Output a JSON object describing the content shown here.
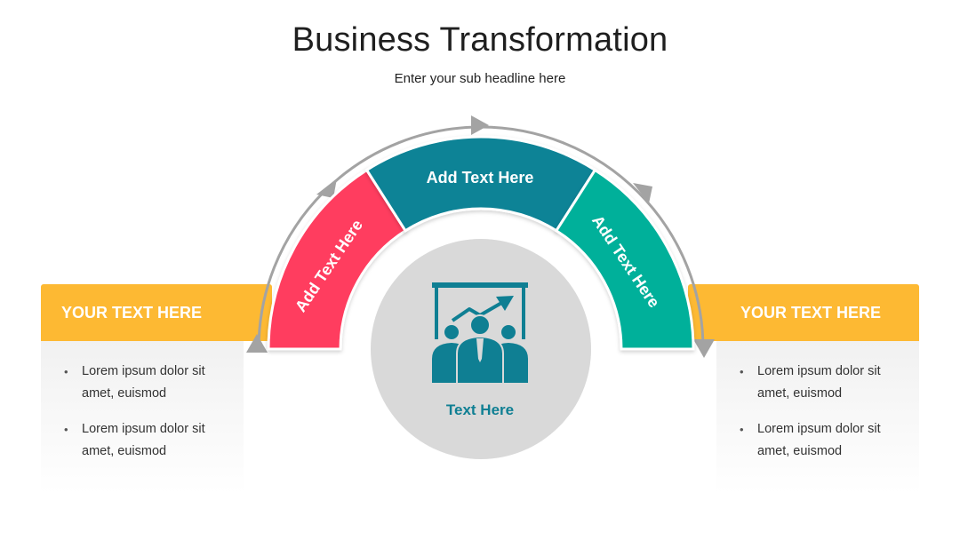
{
  "header": {
    "title": "Business Transformation",
    "subtitle": "Enter your sub headline here"
  },
  "arc": {
    "segments": [
      {
        "label": "Add Text Here",
        "color": "#ff3d5f"
      },
      {
        "label": "Add Text Here",
        "color": "#0a8396"
      },
      {
        "label": "Add Text Here",
        "color": "#00b09a"
      }
    ],
    "arrow_color": "#a3a3a3"
  },
  "center": {
    "label": "Text Here",
    "circle_color": "#d9d9d9",
    "icon": "business-team-growth-presentation-icon",
    "icon_color": "#0f7f93"
  },
  "left_panel": {
    "heading": "YOUR TEXT HERE",
    "heading_color": "#fdb933",
    "bullets": [
      "Lorem ipsum dolor sit amet, euismod",
      "Lorem ipsum dolor sit amet, euismod"
    ]
  },
  "right_panel": {
    "heading": "YOUR TEXT HERE",
    "heading_color": "#fdb933",
    "bullets": [
      "Lorem ipsum dolor sit amet, euismod",
      "Lorem ipsum dolor sit amet, euismod"
    ]
  }
}
